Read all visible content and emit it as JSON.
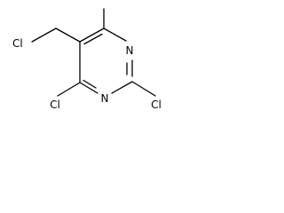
{
  "molecule": {
    "atoms": {
      "cl_chloromethyl": "Cl",
      "n3": "N",
      "n1": "N",
      "cl_c4": "Cl",
      "cl_c2": "Cl"
    },
    "colors": {
      "bond": "#000000",
      "label": "#000000",
      "background": "#ffffff"
    }
  }
}
